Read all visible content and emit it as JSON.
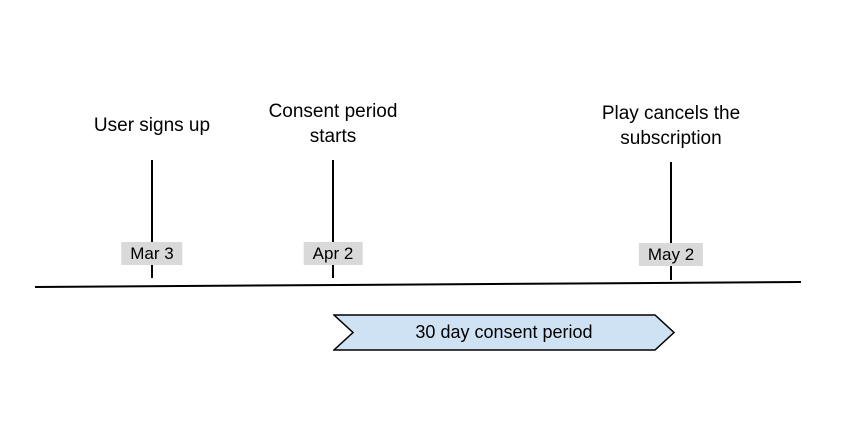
{
  "timeline": {
    "events": [
      {
        "title": "User signs up",
        "date": "Mar 3"
      },
      {
        "title": "Consent period starts",
        "date": "Apr 2"
      },
      {
        "title": "Play cancels the subscription",
        "date": "May 2"
      }
    ],
    "period_banner": {
      "label": "30 day consent period"
    },
    "colors": {
      "banner_fill": "#cfe2f3",
      "banner_border": "#000000",
      "date_label_bg": "#d9d9d9",
      "timeline_line": "#000000"
    }
  }
}
